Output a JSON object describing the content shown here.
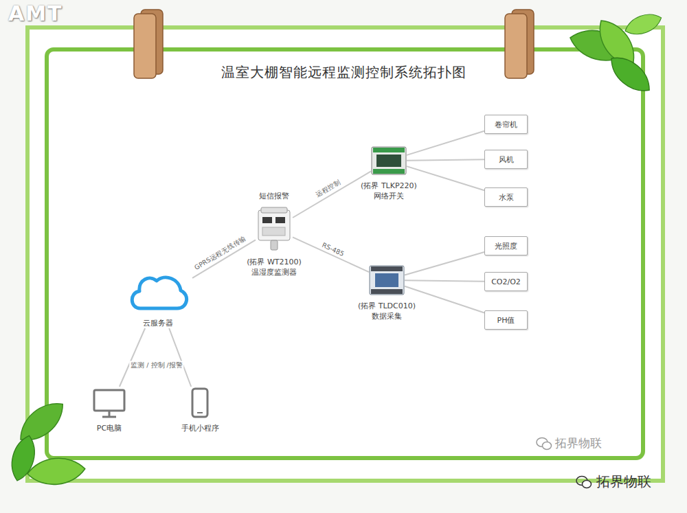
{
  "diagram": {
    "title": "温室大棚智能远程监测控制系统拓扑图",
    "nodes": [
      {
        "text": [
          "云服务器"
        ]
      },
      {
        "text": [
          "短信报警",
          "(拓界 WT2100) 温湿度监测器"
        ]
      },
      {
        "text": [
          "(拓界 TLKP220) 网络开关"
        ]
      },
      {
        "text": [
          "(拓界 TLDC010) 数据采集"
        ]
      },
      {
        "text": [
          "卷帘机"
        ]
      },
      {
        "text": [
          "风机"
        ]
      },
      {
        "text": [
          "水泵"
        ]
      },
      {
        "text": [
          "光照度"
        ]
      },
      {
        "text": [
          "CO2/O2"
        ]
      },
      {
        "text": [
          "PH值"
        ]
      },
      {
        "text": [
          "PC电脑"
        ]
      },
      {
        "text": [
          "手机小程序"
        ]
      }
    ],
    "edges": [
      {
        "from": 0,
        "to": 1,
        "arrow": "none",
        "label": "GPRS远程无线传输"
      },
      {
        "from": 1,
        "to": 2,
        "arrow": "none",
        "label": "远程控制"
      },
      {
        "from": 1,
        "to": 3,
        "arrow": "none",
        "label": "RS-485"
      },
      {
        "from": 2,
        "to": 4,
        "arrow": "none"
      },
      {
        "from": 2,
        "to": 5,
        "arrow": "none"
      },
      {
        "from": 2,
        "to": 6,
        "arrow": "none"
      },
      {
        "from": 3,
        "to": 7,
        "arrow": "none"
      },
      {
        "from": 3,
        "to": 8,
        "arrow": "none"
      },
      {
        "from": 3,
        "to": 9,
        "arrow": "none"
      },
      {
        "from": 0,
        "to": 10,
        "arrow": "none",
        "label": "监测 / 控制 /报警"
      },
      {
        "from": 0,
        "to": 11,
        "arrow": "none"
      }
    ],
    "labels": [
      "AMT",
      "拓界物联",
      "拓界物联"
    ]
  }
}
